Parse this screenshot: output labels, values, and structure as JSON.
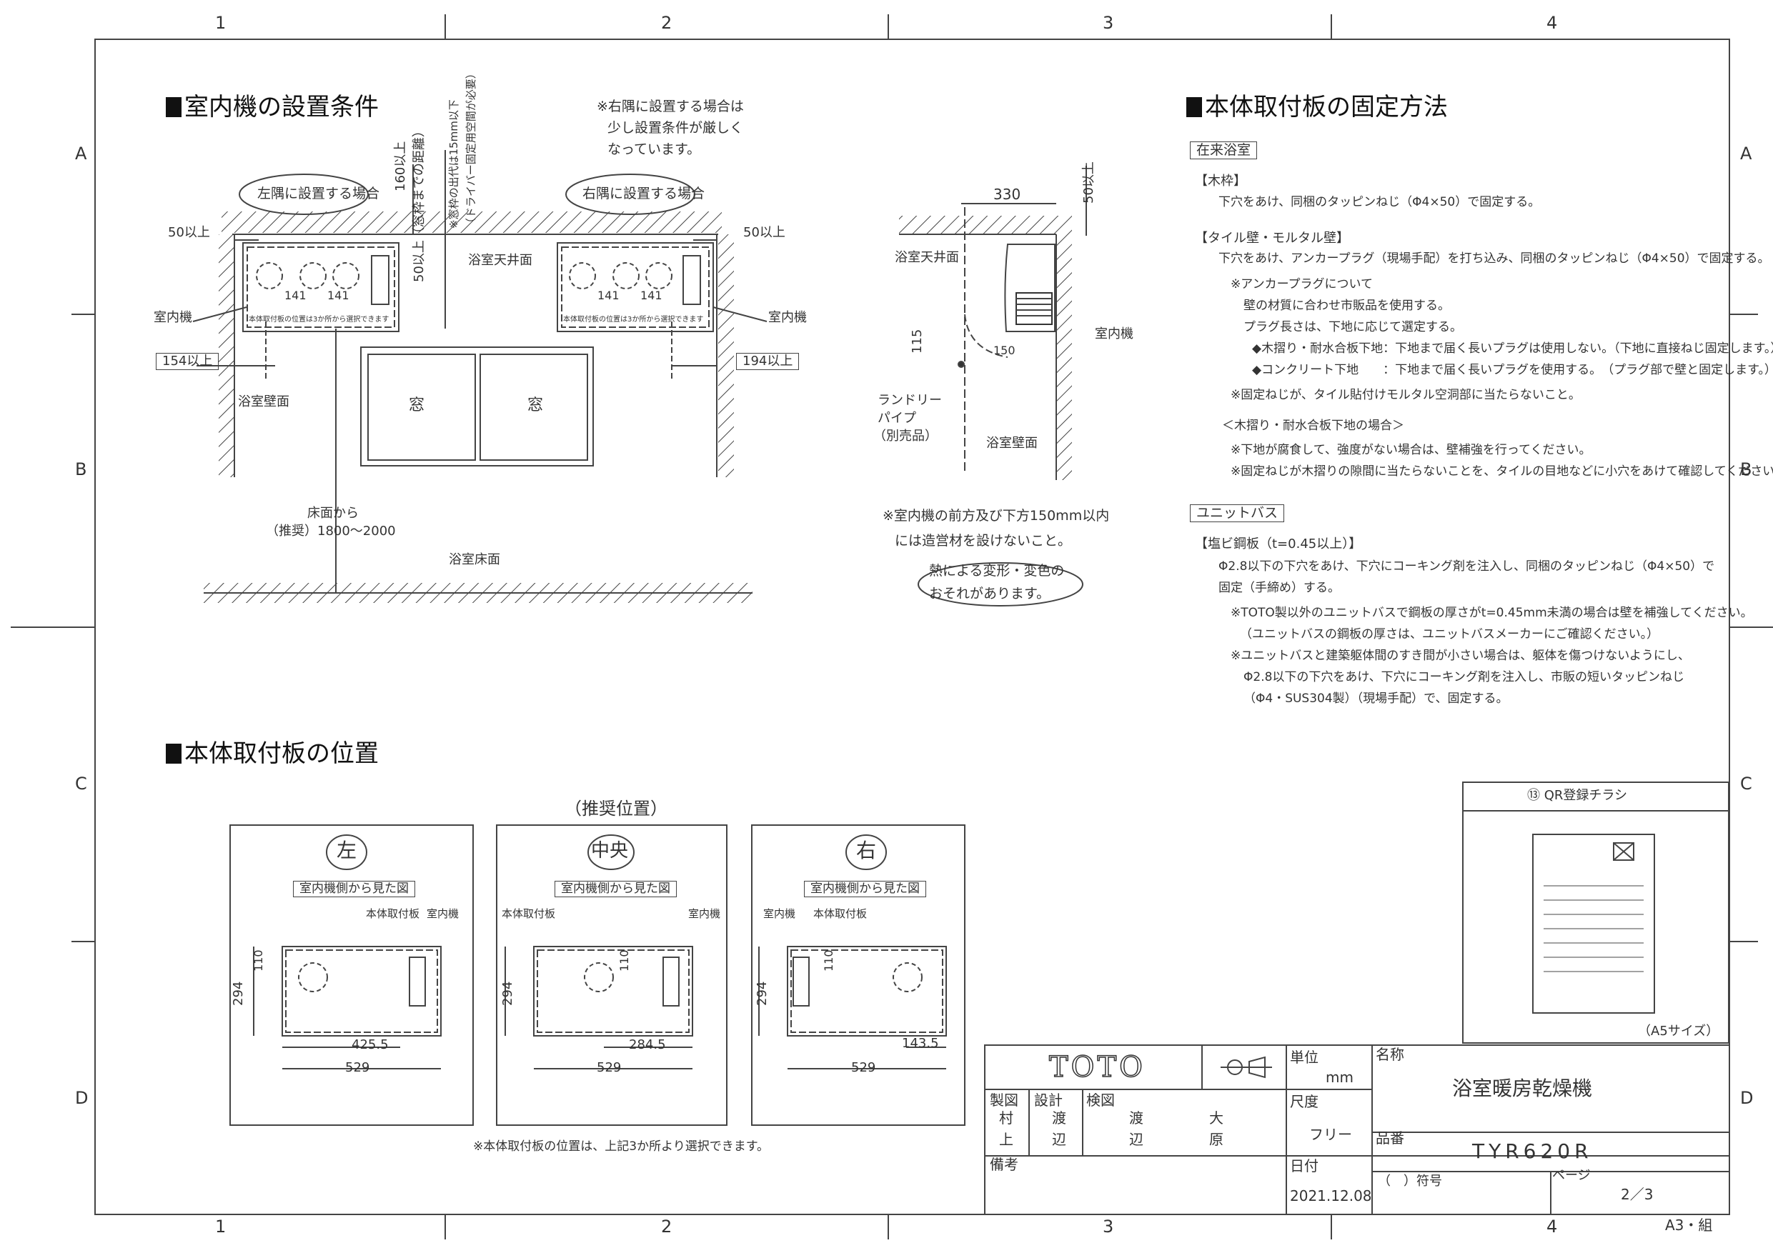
{
  "grid": {
    "cols": [
      "1",
      "2",
      "3",
      "4"
    ],
    "rows": [
      "A",
      "B",
      "C",
      "D"
    ]
  },
  "sec1": {
    "title": "室内機の設置条件",
    "note_right": [
      "※右隅に設置する場合は",
      "少し設置条件が厳しく",
      "なっています。"
    ],
    "left_bubble": "左隅に設置する場合",
    "right_bubble": "右隅に設置する場合",
    "dim_50_left": "50以上",
    "dim_50_right": "50以上",
    "dim_160": "160以上",
    "dim_50_vert": "50以上（窓枠までの距離）",
    "dim_note_vert": [
      "※窓枠の出代は15mm以下",
      "（ドライバー固定用空間が必要）"
    ],
    "ceiling": "浴室天井面",
    "unit_left": "室内機",
    "unit_right": "室内機",
    "dim_141": "141",
    "unit_inner_text": "本体取付板の位置は3か所から選択できます",
    "dim_154": "154以上",
    "dim_194": "194以上",
    "wall": "浴室壁面",
    "window": "窓",
    "floor_from": "床面から",
    "floor_range": "（推奨）1800～2000",
    "floor": "浴室床面"
  },
  "side": {
    "dim_330": "330",
    "dim_50": "50以上",
    "ceiling": "浴室天井面",
    "dim_115": "115",
    "dim_150": "150",
    "unit": "室内機",
    "pipe": [
      "ランドリー",
      "パイプ",
      "（別売品）"
    ],
    "wall": "浴室壁面",
    "note1": "※室内機の前方及び下方150mm以内",
    "note2": "には造営材を設けないこと。",
    "note3": "熱による変形・変色の",
    "note4": "おそれがあります。"
  },
  "sec2": {
    "title": "本体取付板の固定方法",
    "tag1": "在来浴室",
    "h_wood": "【木枠】",
    "wood_text": "下穴をあけ、同梱のタッピンねじ（Φ4×50）で固定する。",
    "h_tile": "【タイル壁・モルタル壁】",
    "tile_text": "下穴をあけ、アンカープラグ（現場手配）を打ち込み、同梱のタッピンねじ（Φ4×50）で固定する。",
    "anchor1": "※アンカープラグについて",
    "anchor2": "壁の材質に合わせ市販品を使用する。",
    "anchor3": "プラグ長さは、下地に応じて選定する。",
    "anchor4": "◆木摺り・耐水合板下地：下地まで届く長いプラグは使用しない。（下地に直接ねじ固定します。）",
    "anchor5": "◆コンクリート下地　　：下地まで届く長いプラグを使用する。　（プラグ部で壁と固定します。）",
    "anchor6": "※固定ねじが、タイル貼付けモルタル空洞部に当たらないこと。",
    "h_board": "＜木摺り・耐水合板下地の場合＞",
    "board1": "※下地が腐食して、強度がない場合は、壁補強を行ってください。",
    "board2": "※固定ねじが木摺りの隙間に当たらないことを、タイルの目地などに小穴をあけて確認してください。",
    "tag2": "ユニットバス",
    "h_steel": "【塩ビ鋼板（t=0.45以上）】",
    "steel1": "Φ2.8以下の下穴をあけ、下穴にコーキング剤を注入し、同梱のタッピンねじ（Φ4×50）で",
    "steel2": "固定（手締め）する。",
    "steel3": "※TOTO製以外のユニットバスで鋼板の厚さがt=0.45mm未満の場合は壁を補強してください。",
    "steel4": "（ユニットバスの鋼板の厚さは、ユニットバスメーカーにご確認ください。）",
    "steel5": "※ユニットバスと建築躯体間のすき間が小さい場合は、躯体を傷つけないようにし、",
    "steel6": "Φ2.8以下の下穴をあけ、下穴にコーキング剤を注入し、市販の短いタッピンねじ",
    "steel7": "（Φ4・SUS304製）（現場手配）で、固定する。"
  },
  "sec3": {
    "title": "本体取付板の位置",
    "recommended": "（推奨位置）",
    "view_label": "室内機側から見た図",
    "plate": "本体取付板",
    "unit": "室内機",
    "panels": [
      {
        "pos": "左",
        "dim_h": "294",
        "dim_v": "110",
        "dim_off": "425.5",
        "dim_w": "529"
      },
      {
        "pos": "中央",
        "dim_h": "294",
        "dim_v": "110",
        "dim_off": "284.5",
        "dim_w": "529"
      },
      {
        "pos": "右",
        "dim_h": "294",
        "dim_v": "110",
        "dim_off": "143.5",
        "dim_w": "529"
      }
    ],
    "footnote": "※本体取付板の位置は、上記3か所より選択できます。"
  },
  "qr": {
    "header": "⑬ QR登録チラシ",
    "size": "（A5サイズ）"
  },
  "title_block": {
    "logo": "TOTO",
    "unit_label": "単位",
    "unit_value": "mm",
    "name_label": "名称",
    "name_value": "浴室暖房乾燥機",
    "made_label": "製図",
    "made_names": [
      "村",
      "上"
    ],
    "design_label": "設計",
    "design_names": [
      "渡",
      "辺"
    ],
    "check_label": "検図",
    "check_names_a": [
      "渡",
      "辺"
    ],
    "check_names_b": [
      "大",
      "原"
    ],
    "scale_label": "尺度",
    "scale_value": "フリー",
    "part_label": "品番",
    "part_value": "TYR620R",
    "remarks_label": "備考",
    "date_label": "日付",
    "date_value": "2021.12.08",
    "symbol_label": "（　）符号",
    "page_label": "ページ",
    "page_value": "2／3",
    "sheet": "A3・組"
  }
}
